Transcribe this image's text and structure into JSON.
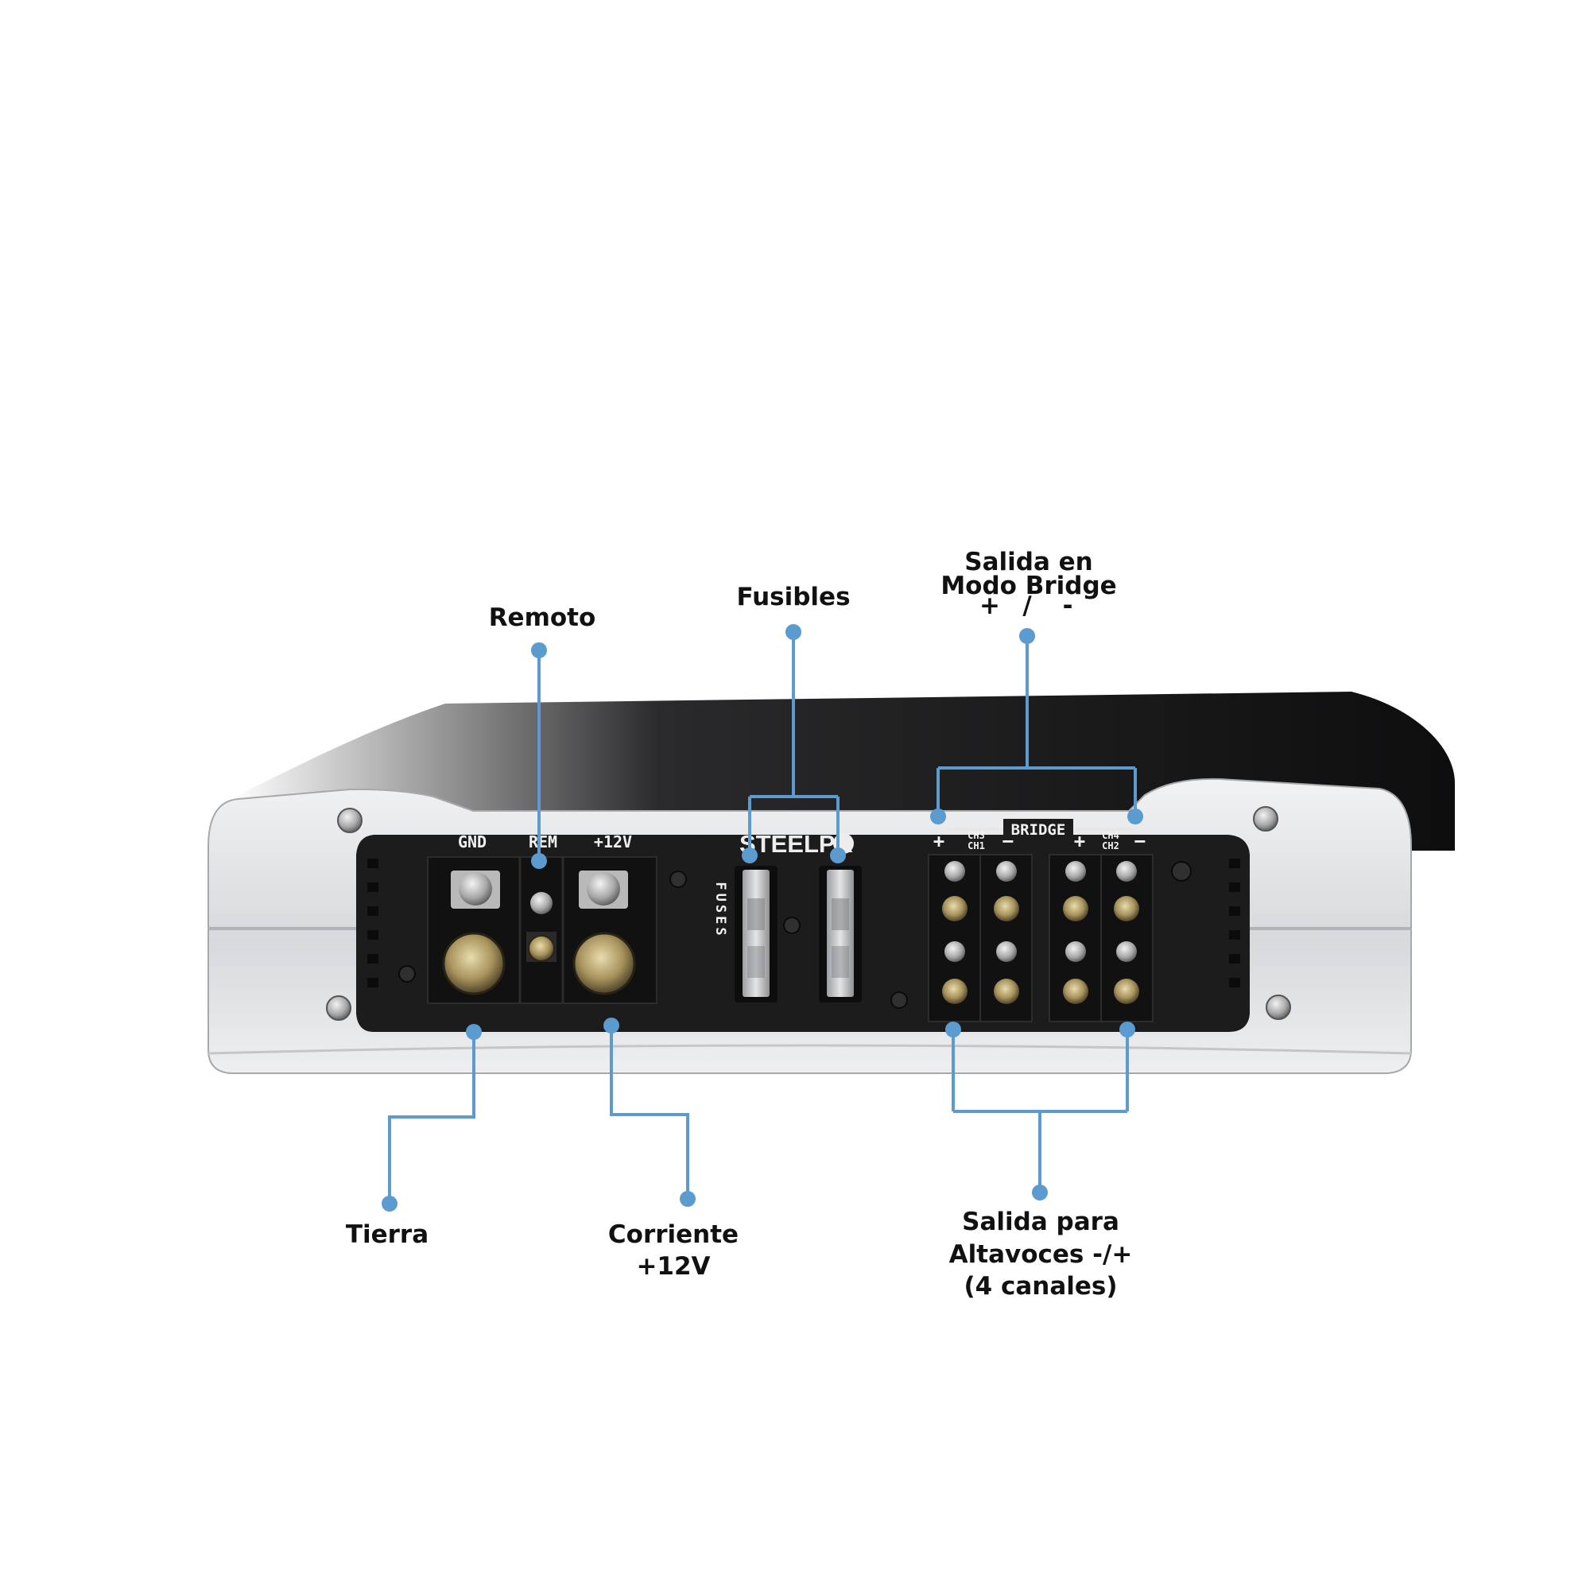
{
  "colors": {
    "accent": "#5b9bd0",
    "panel": "#1c1c1d",
    "housing": "#dcdde0",
    "text": "#111111"
  },
  "device": {
    "brand": "STEELPR",
    "power_labels": {
      "gnd": "GND",
      "rem": "REM",
      "v12": "+12V"
    },
    "fuses_label": "FUSES",
    "bridge_label": "BRIDGE",
    "left_group": {
      "plus": "+",
      "minus": "−",
      "ch_top": "CH3",
      "ch_bottom": "CH1"
    },
    "right_group": {
      "plus": "+",
      "minus": "−",
      "ch_top": "CH4",
      "ch_bottom": "CH2"
    }
  },
  "callouts": {
    "remoto": "Remoto",
    "fusibles": "Fusibles",
    "bridge_line1": "Salida en",
    "bridge_line2": "Modo Bridge",
    "bridge_plus": "+",
    "bridge_slash": "/",
    "bridge_minus": "-",
    "tierra": "Tierra",
    "corriente_line1": "Corriente",
    "corriente_line2": "+12V",
    "altavoces_line1": "Salida para",
    "altavoces_line2": "Altavoces -/+",
    "altavoces_line3": "(4 canales)"
  }
}
